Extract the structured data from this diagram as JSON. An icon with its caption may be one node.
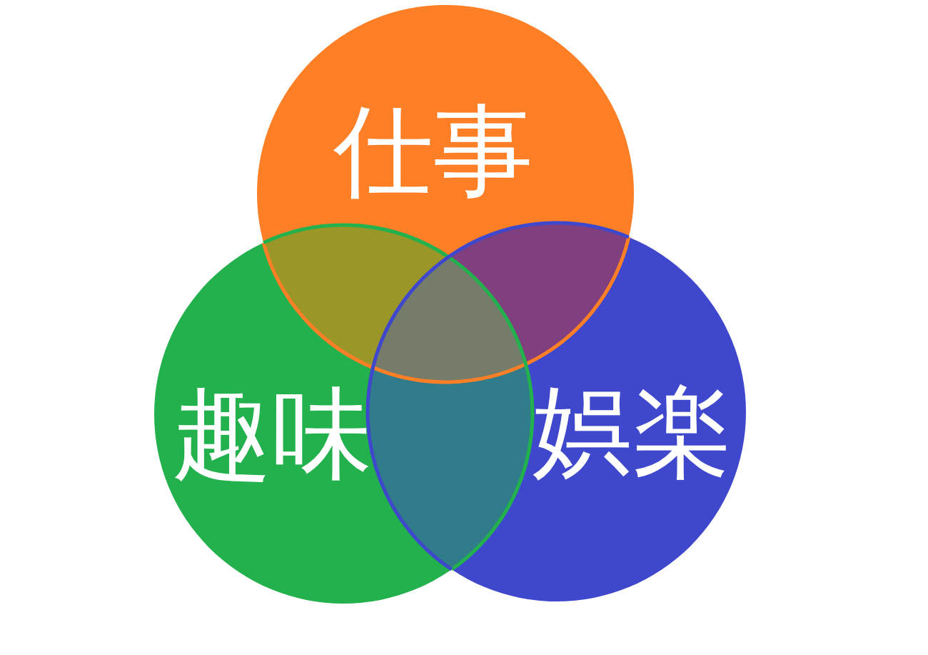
{
  "diagram": {
    "nodes": [
      {
        "text": [
          "仕事"
        ]
      },
      {
        "text": [
          "趣味"
        ]
      },
      {
        "text": [
          "娯楽"
        ]
      }
    ]
  }
}
